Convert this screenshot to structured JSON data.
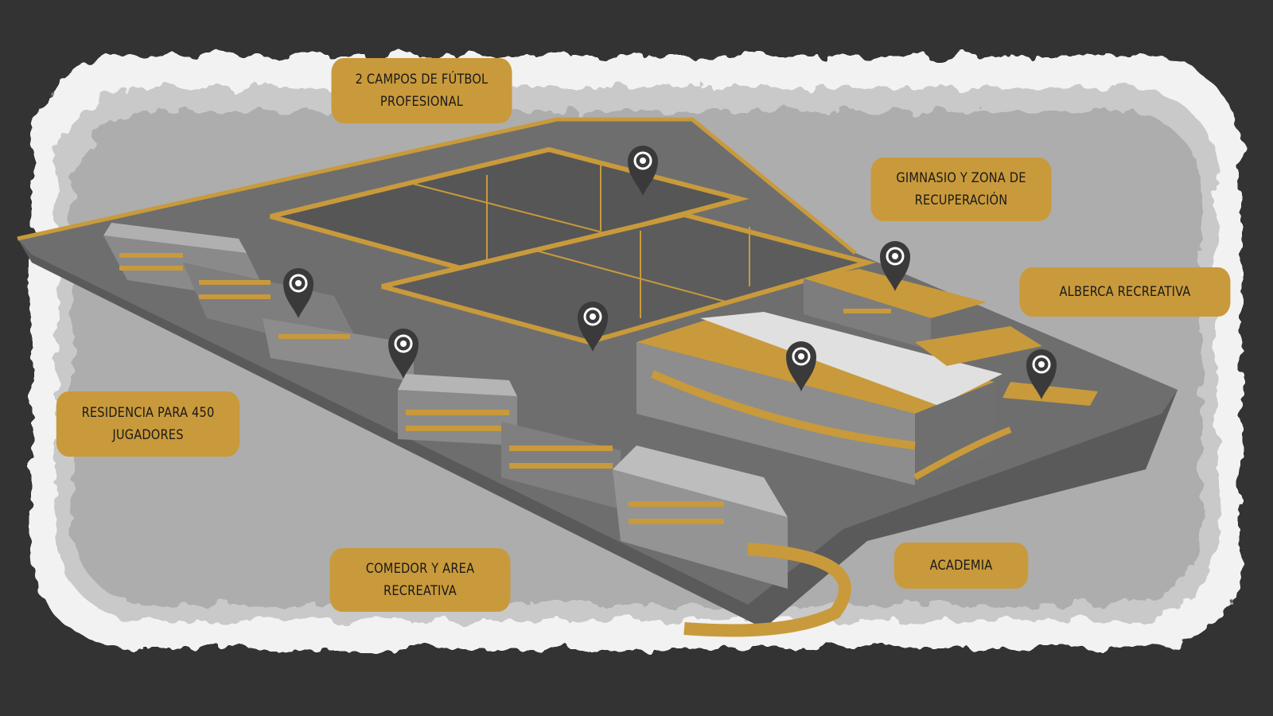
{
  "colors": {
    "background": "#333333",
    "accent": "#c99a3b",
    "label_text": "#1a1a1a",
    "marker": "#3a3a3a"
  },
  "labels": {
    "campos": {
      "line1": "2 CAMPOS DE FÚTBOL",
      "line2": "PROFESIONAL"
    },
    "gimnasio": {
      "line1": "GIMNASIO Y ZONA DE",
      "line2": "RECUPERACIÓN"
    },
    "alberca": {
      "line1": "ALBERCA RECREATIVA"
    },
    "residencia": {
      "line1": "RESIDENCIA PARA 450",
      "line2": "JUGADORES"
    },
    "comedor": {
      "line1": "COMEDOR Y AREA",
      "line2": "RECREATIVA"
    },
    "academia": {
      "line1": "ACADEMIA"
    }
  },
  "markers": [
    {
      "name": "map-pin-icon",
      "refers_to": "campos"
    },
    {
      "name": "map-pin-icon",
      "refers_to": "gimnasio"
    },
    {
      "name": "map-pin-icon",
      "refers_to": "residencia"
    },
    {
      "name": "map-pin-icon",
      "refers_to": "comedor"
    },
    {
      "name": "map-pin-icon",
      "refers_to": "campos"
    },
    {
      "name": "map-pin-icon",
      "refers_to": "academia"
    },
    {
      "name": "map-pin-icon",
      "refers_to": "alberca"
    }
  ]
}
